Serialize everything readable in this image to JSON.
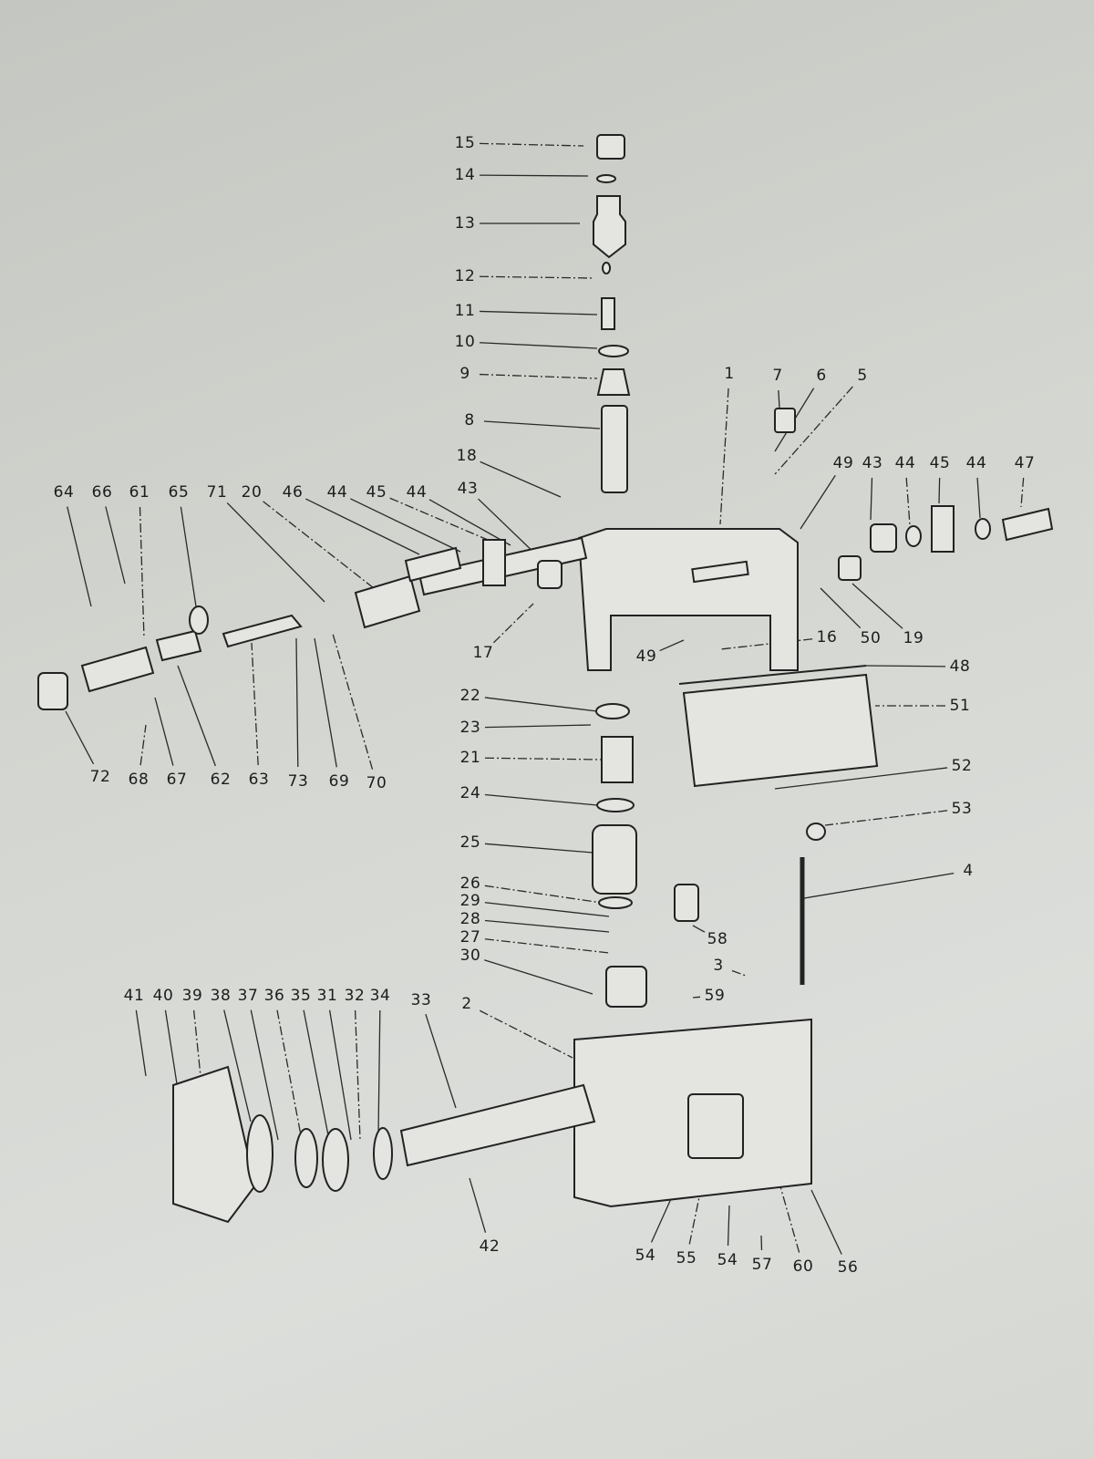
{
  "diagram": {
    "type": "exploded parts diagram",
    "part_numbers": [
      "15",
      "14",
      "13",
      "12",
      "11",
      "10",
      "9",
      "8",
      "18",
      "1",
      "7",
      "6",
      "5",
      "49",
      "43",
      "44",
      "45",
      "44",
      "47",
      "64",
      "66",
      "61",
      "65",
      "71",
      "20",
      "46",
      "44",
      "45",
      "44",
      "43",
      "17",
      "50",
      "19",
      "16",
      "49",
      "48",
      "51",
      "22",
      "23",
      "21",
      "24",
      "25",
      "26",
      "29",
      "28",
      "27",
      "30",
      "52",
      "53",
      "4",
      "58",
      "3",
      "59",
      "72",
      "68",
      "67",
      "62",
      "63",
      "73",
      "69",
      "70",
      "41",
      "40",
      "39",
      "38",
      "37",
      "36",
      "35",
      "31",
      "32",
      "34",
      "33",
      "2",
      "42",
      "54",
      "55",
      "54",
      "57",
      "60",
      "56"
    ],
    "ink_color": "#1d1d1d",
    "paper_color": "#d3d5d0"
  }
}
